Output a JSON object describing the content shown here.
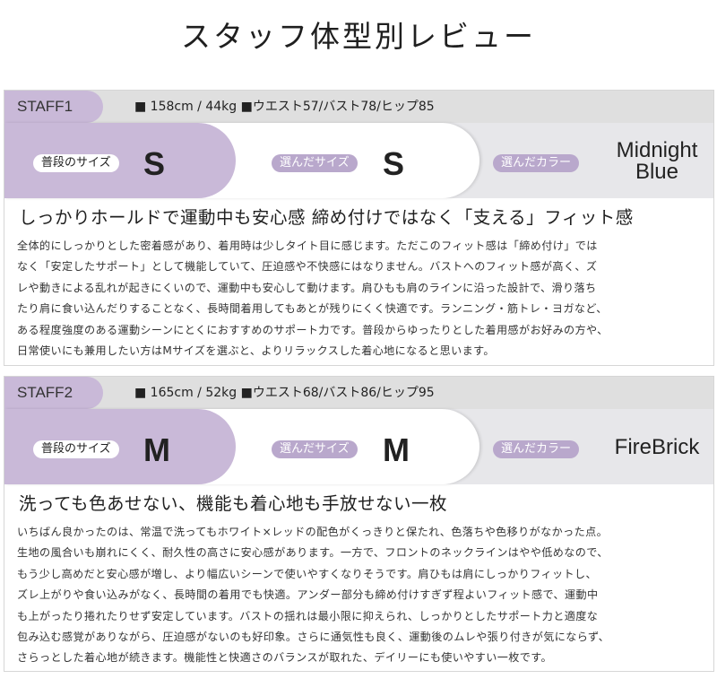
{
  "page": {
    "title": "スタッフ体型別レビュー"
  },
  "staff1": {
    "tag": "STAFF1",
    "measurements": "■ 158cm / 44kg ■ウエスト57/バスト78/ヒップ85",
    "usual_size_label": "普段のサイズ",
    "usual_size": "S",
    "chosen_size_label": "選んだサイズ",
    "chosen_size": "S",
    "chosen_color_label": "選んだカラー",
    "chosen_color_line1": "Midnight",
    "chosen_color_line2": "Blue",
    "review_heading": "しっかりホールドで運動中も安心感 締め付けではなく「支える」フィット感",
    "review_lines": [
      "全体的にしっかりとした密着感があり、着用時は少しタイト目に感じます。ただこのフィット感は「締め付け」では",
      "なく「安定したサポート」として機能していて、圧迫感や不快感にはなりません。バストへのフィット感が高く、ズ",
      "レや動きによる乱れが起きにくいので、運動中も安心して動けます。肩ひもも肩のラインに沿った設計で、滑り落ち",
      "たり肩に食い込んだりすることなく、長時間着用してもあとが残りにくく快適です。ランニング・筋トレ・ヨガなど、",
      "ある程度強度のある運動シーンにとくにおすすめのサポート力です。普段からゆったりとした着用感がお好みの方や、",
      "日常使いにも兼用したい方はMサイズを選ぶと、よりリラックスした着心地になると思います。"
    ]
  },
  "staff2": {
    "tag": "STAFF2",
    "measurements": "■ 165cm / 52kg ■ウエスト68/バスト86/ヒップ95",
    "usual_size_label": "普段のサイズ",
    "usual_size": "M",
    "chosen_size_label": "選んだサイズ",
    "chosen_size": "M",
    "chosen_color_label": "選んだカラー",
    "chosen_color_line1": "FireBrick",
    "review_heading": "洗っても色あせない、機能も着心地も手放せない一枚",
    "review_lines": [
      "いちばん良かったのは、常温で洗ってもホワイト×レッドの配色がくっきりと保たれ、色落ちや色移りがなかった点。",
      "生地の風合いも崩れにくく、耐久性の高さに安心感があります。一方で、フロントのネックラインはやや低めなので、",
      "もう少し高めだと安心感が増し、より幅広いシーンで使いやすくなりそうです。肩ひもは肩にしっかりフィットし、",
      "ズレ上がりや食い込みがなく、長時間の着用でも快適。アンダー部分も締め付けすぎず程よいフィット感で、運動中",
      "も上がったり捲れたりせず安定しています。バストの揺れは最小限に抑えられ、しっかりとしたサポート力と適度な",
      "包み込む感覚がありながら、圧迫感がないのも好印象。さらに通気性も良く、運動後のムレや張り付きが気にならず、",
      "さらっとした着心地が続きます。機能性と快適さのバランスが取れた、デイリーにも使いやすい一枚です。"
    ]
  }
}
